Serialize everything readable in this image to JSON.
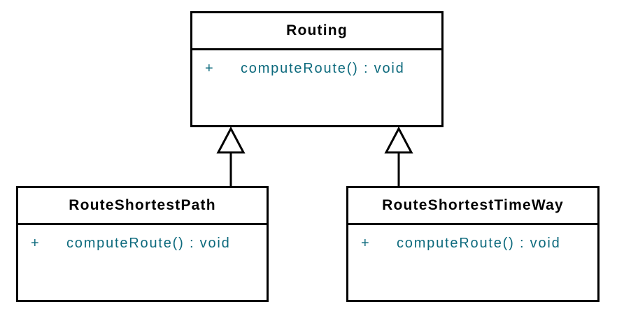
{
  "diagram": {
    "type": "uml-class-diagram",
    "background_color": "#ffffff",
    "border_color": "#000000",
    "title_text_color": "#000000",
    "method_text_color": "#0d6a7d",
    "classes": [
      {
        "id": "routing",
        "name": "Routing",
        "methods": [
          {
            "visibility": "+",
            "signature": "computeRoute() : void"
          }
        ]
      },
      {
        "id": "route-shortest-path",
        "name": "RouteShortestPath",
        "methods": [
          {
            "visibility": "+",
            "signature": "computeRoute() : void"
          }
        ]
      },
      {
        "id": "route-shortest-time-way",
        "name": "RouteShortestTimeWay",
        "methods": [
          {
            "visibility": "+",
            "signature": "computeRoute() : void"
          }
        ]
      }
    ],
    "relationships": [
      {
        "type": "generalization",
        "from": "RouteShortestPath",
        "to": "Routing"
      },
      {
        "type": "generalization",
        "from": "RouteShortestTimeWay",
        "to": "Routing"
      }
    ]
  }
}
